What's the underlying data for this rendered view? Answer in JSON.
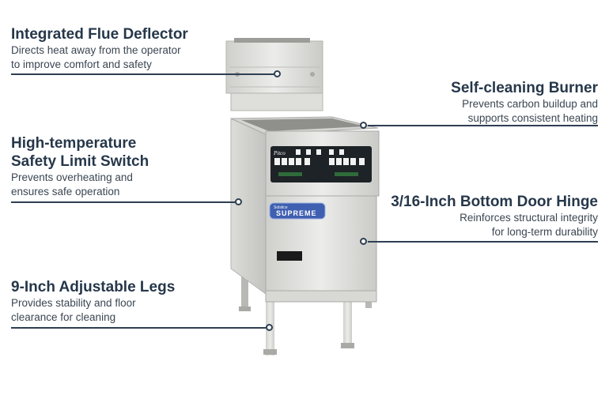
{
  "callouts": {
    "flue": {
      "title": "Integrated Flue Deflector",
      "line1": "Directs heat away from the operator",
      "line2": "to improve comfort and safety"
    },
    "burner": {
      "title": "Self-cleaning Burner",
      "line1": "Prevents carbon buildup and",
      "line2": "supports consistent heating"
    },
    "safety": {
      "title_line1": "High-temperature",
      "title_line2": "Safety Limit Switch",
      "line1": "Prevents overheating and",
      "line2": "ensures safe operation"
    },
    "hinge": {
      "title": "3/16-Inch Bottom Door Hinge",
      "line1": "Reinforces structural integrity",
      "line2": "for long-term durability"
    },
    "legs": {
      "title": "9-Inch Adjustable Legs",
      "line1": "Provides stability and floor",
      "line2": "clearance for cleaning"
    }
  },
  "product": {
    "control_brand": "Pitco",
    "door_badge_small": "Solstice",
    "door_badge": "SUPREME"
  },
  "colors": {
    "line": "#2e3f52",
    "heading": "#26374a",
    "steel_light": "#e4e4e2",
    "steel_dark": "#b9b9b6",
    "panel": "#1d2326",
    "badge": "#3f5fb0"
  }
}
